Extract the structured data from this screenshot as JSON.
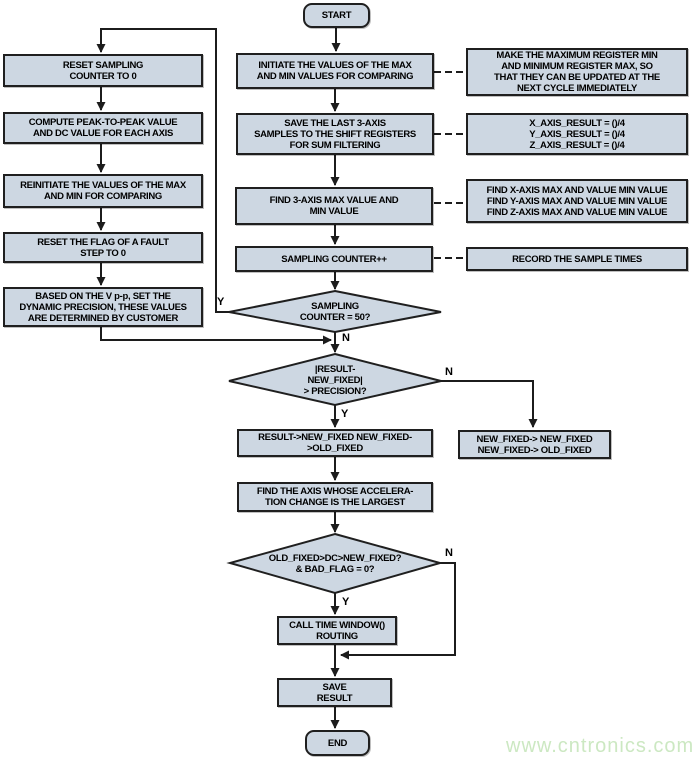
{
  "colors": {
    "node_fill": "#cdd7e2",
    "node_border": "#1f1f1f",
    "connector": "#1c1c1c",
    "watermark": "#cce8c2"
  },
  "nodes": {
    "start": "START",
    "left_reset_counter": "RESET SAMPLING\nCOUNTER TO 0",
    "left_compute_pp": "COMPUTE PEAK-TO-PEAK VALUE\nAND DC VALUE FOR EACH AXIS",
    "left_reinitiate": "REINITIATE THE VALUES OF THE MAX\nAND MIN FOR COMPARING",
    "left_reset_flag": "RESET THE FLAG OF A FAULT\nSTEP TO 0",
    "left_based_on": "BASED ON THE V p-p, SET THE\nDYNAMIC PRECISION, THESE VALUES\nARE DETERMINED BY CUSTOMER",
    "initiate": "INITIATE THE VALUES OF THE MAX\nAND MIN VALUES FOR COMPARING",
    "save_shift": "SAVE THE LAST 3-AXIS\nSAMPLES TO THE SHIFT REGISTERS\nFOR SUM FILTERING",
    "find_3axis": "FIND 3-AXIS MAX VALUE AND\nMIN VALUE",
    "sampling_inc": "SAMPLING COUNTER++",
    "decision_counter50": "SAMPLING\nCOUNTER = 50?",
    "decision_precision": "|RESULT-\nNEW_FIXED|\n> PRECISION?",
    "result_fixed": "RESULT->NEW_FIXED NEW_FIXED-\n>OLD_FIXED",
    "find_axis_largest": "FIND THE AXIS WHOSE ACCELERA-\nTION CHANGE IS THE LARGEST",
    "decision_window": "OLD_FIXED>DC>NEW_FIXED?\n& BAD_FLAG = 0?",
    "call_time_window": "CALL TIME WINDOW()\nROUTING",
    "save_result": "SAVE\nRESULT",
    "end": "END",
    "right_make_max": "MAKE THE MAXIMUM REGISTER MIN\nAND MINIMUM REGISTER MAX, SO\nTHAT THEY CAN BE UPDATED AT THE\nNEXT CYCLE IMMEDIATELY",
    "right_axis_result": "X_AXIS_RESULT = ()/4\nY_AXIS_RESULT = ()/4\nZ_AXIS_RESULT = ()/4",
    "right_find_xyz": "FIND X-AXIS MAX AND VALUE MIN VALUE\nFIND Y-AXIS MAX AND VALUE MIN VALUE\nFIND Z-AXIS MAX AND VALUE MIN VALUE",
    "right_record": "RECORD THE SAMPLE TIMES",
    "right_new_fixed": "NEW_FIXED-> NEW_FIXED\nNEW_FIXED-> OLD_FIXED"
  },
  "branch_labels": {
    "d1_yes": "Y",
    "d1_no": "N",
    "d2_yes": "Y",
    "d2_no": "N",
    "d3_yes": "Y",
    "d3_no": "N"
  },
  "watermark": "www.cntronics.com"
}
